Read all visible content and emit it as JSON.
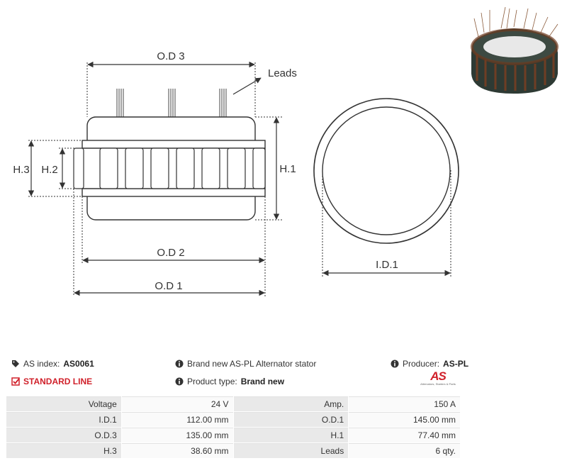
{
  "drawing": {
    "labels": {
      "od3": "O.D 3",
      "leads": "Leads",
      "h3": "H.3",
      "h2": "H.2",
      "h1": "H.1",
      "od2": "O.D 2",
      "od1": "O.D 1",
      "id1": "I.D.1"
    }
  },
  "info": {
    "as_index_label": "AS index:",
    "as_index_value": "AS0061",
    "line_label": "STANDARD LINE",
    "description": "Brand new AS-PL Alternator stator",
    "product_type_label": "Product type:",
    "product_type_value": "Brand new",
    "producer_label": "Producer:",
    "producer_value": "AS-PL",
    "logo_text": "AS",
    "logo_tagline": "Alternators, Starters & Parts"
  },
  "specs": [
    {
      "label1": "Voltage",
      "value1": "24 V",
      "label2": "Amp.",
      "value2": "150 A"
    },
    {
      "label1": "I.D.1",
      "value1": "112.00 mm",
      "label2": "O.D.1",
      "value2": "145.00 mm"
    },
    {
      "label1": "O.D.3",
      "value1": "135.00 mm",
      "label2": "H.1",
      "value2": "77.40 mm"
    },
    {
      "label1": "H.3",
      "value1": "38.60 mm",
      "label2": "Leads",
      "value2": "6 qty."
    }
  ],
  "colors": {
    "accent": "#d0202a",
    "line": "#333333"
  },
  "icons": [
    "tag-icon",
    "info-icon",
    "check-square-icon"
  ]
}
